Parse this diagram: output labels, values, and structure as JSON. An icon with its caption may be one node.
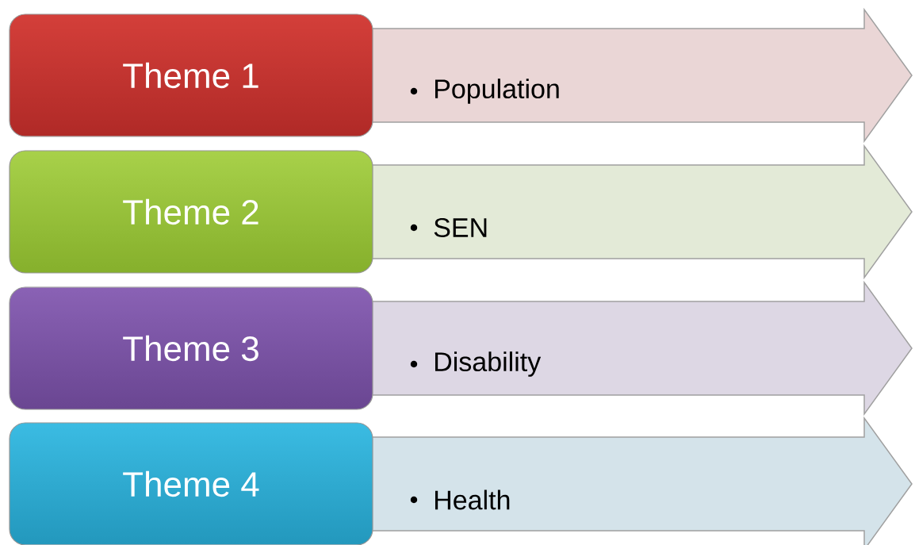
{
  "diagram": {
    "nodes": [
      {
        "text": [
          "Theme 1"
        ]
      },
      {
        "text": [
          "Population"
        ]
      },
      {
        "text": [
          "Theme 2"
        ]
      },
      {
        "text": [
          "SEN"
        ]
      },
      {
        "text": [
          "Theme 3"
        ]
      },
      {
        "text": [
          "Disability"
        ]
      },
      {
        "text": [
          "Theme 4"
        ]
      },
      {
        "text": [
          "Health"
        ]
      }
    ]
  }
}
